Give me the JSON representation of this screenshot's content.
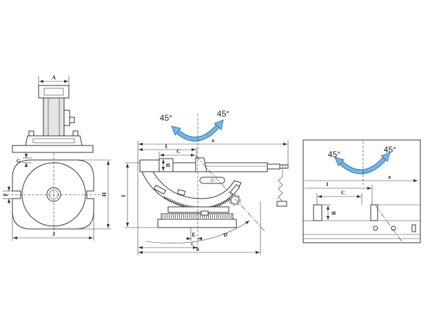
{
  "drawing": {
    "front_view": {
      "dim_A": "A"
    },
    "plan_view": {
      "dim_G": "G",
      "dim_F": "F",
      "dim_H": "H",
      "dim_J": "J"
    },
    "side_view": {
      "tilt_left": "45°",
      "tilt_right": "45°",
      "dim_a": "a",
      "dim_I": "I",
      "dim_C": "C",
      "dim_B": "B",
      "dim_f": "f",
      "dim_D": "D",
      "dim_E": "E",
      "dim_c": "c",
      "dim_b": "b"
    },
    "detail_view": {
      "tilt_left": "45°",
      "tilt_right": "45°",
      "dim_a": "a",
      "dim_I": "I",
      "dim_C": "C",
      "dim_B": "B"
    }
  },
  "colors": {
    "line": "#333333",
    "tilt_arrow": "#79b4e3",
    "tilt_arrow_outline": "#3d7fb3",
    "background": "#ffffff"
  }
}
